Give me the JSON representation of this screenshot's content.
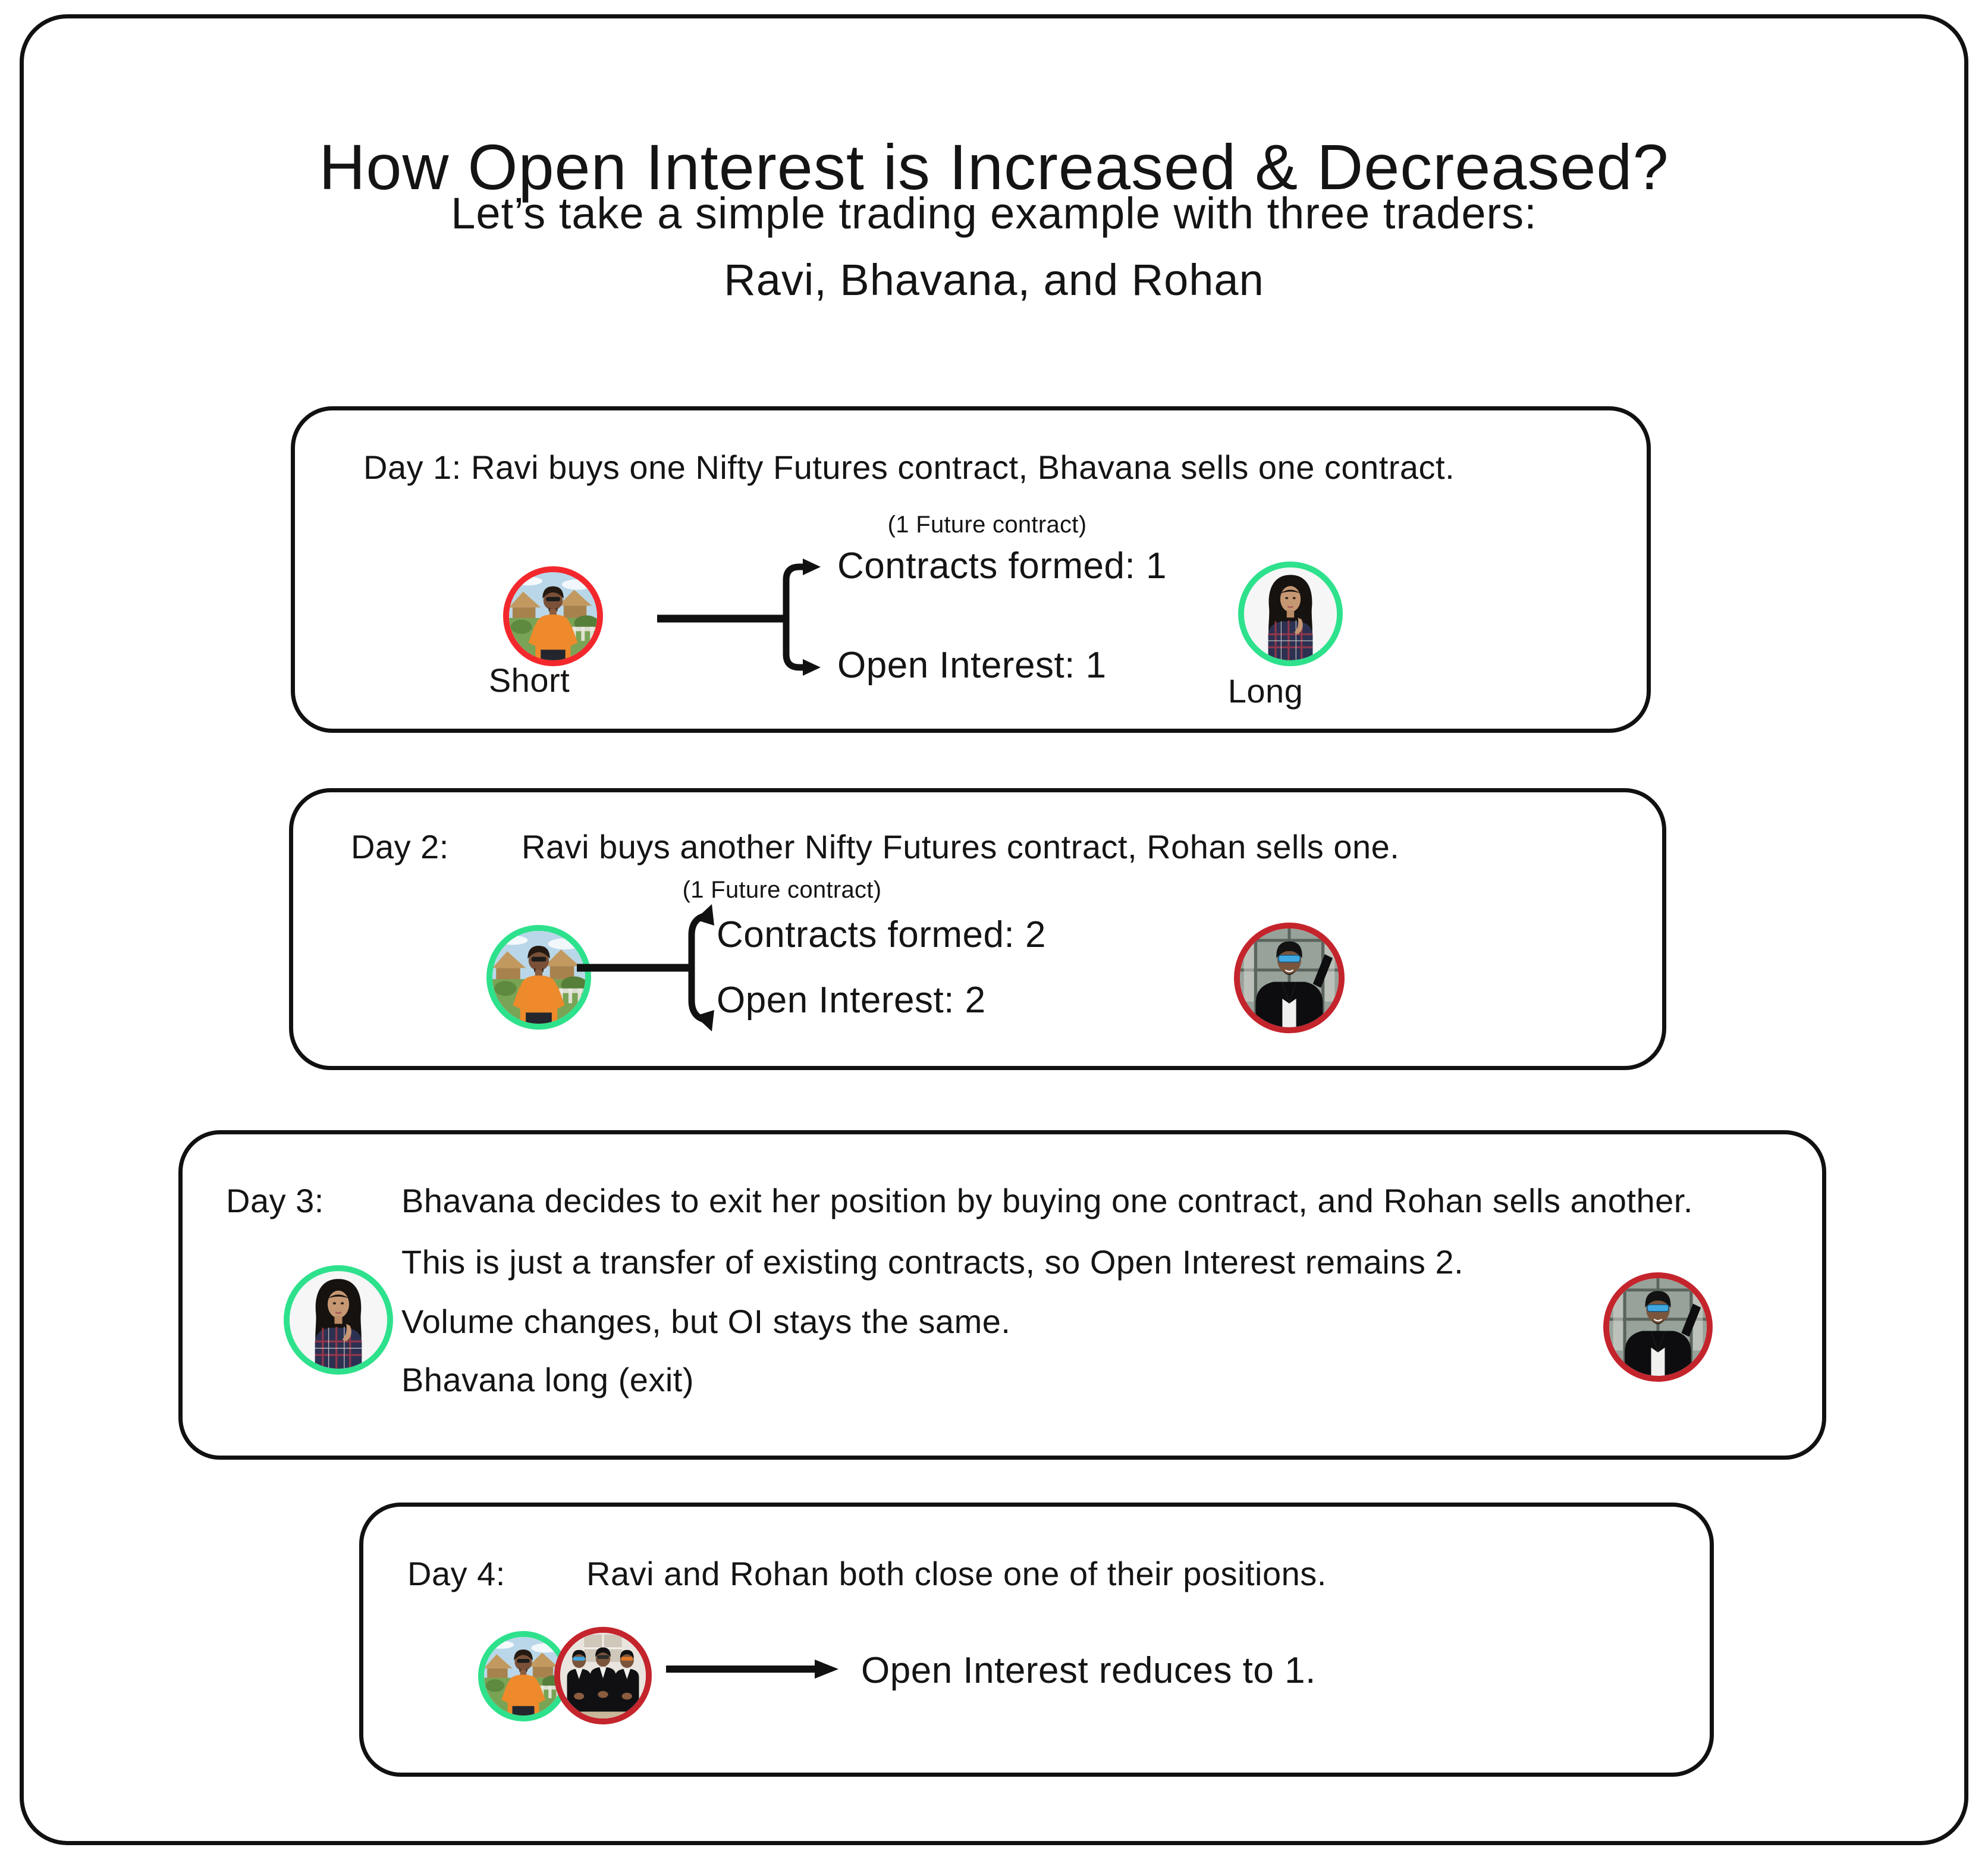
{
  "title": "How Open Interest is Increased & Decreased?",
  "subtitle": {
    "line1": "Let’s take a simple trading example with three traders:",
    "line2": "Ravi, Bhavana, and Rohan"
  },
  "colors": {
    "background": "#ffffff",
    "ink": "#141414",
    "box_border": "#111111",
    "ring_green": "#2ee18c",
    "ring_red_bright": "#f3282d",
    "ring_red_dark": "#c4242c"
  },
  "icons": {
    "branch_arrow": "branch-arrow-icon",
    "right_arrow": "arrow-right-icon"
  },
  "day1": {
    "label": "Day 1:",
    "headline": "Ravi buys one Nifty Futures contract, Bhavana sells one contract.",
    "note": "(1 Future contract)",
    "contracts_formed": "Contracts formed: 1",
    "open_interest": "Open Interest: 1",
    "left_trader": "Ravi",
    "left_position_label": "Short",
    "right_trader": "Bhavana",
    "right_position_label": "Long"
  },
  "day2": {
    "label": "Day 2:",
    "headline": "Ravi buys another Nifty Futures contract, Rohan sells one.",
    "note": "(1 Future contract)",
    "contracts_formed": "Contracts formed: 2",
    "open_interest": "Open Interest: 2",
    "left_trader": "Ravi",
    "right_trader": "Rohan"
  },
  "day3": {
    "label": "Day 3:",
    "lines": [
      "Bhavana decides to exit her position by buying one contract, and Rohan sells another.",
      "This is just a transfer of existing contracts, so Open Interest remains 2.",
      "Volume changes, but OI stays the same.",
      "Bhavana long (exit)"
    ],
    "left_trader": "Bhavana",
    "right_trader": "Rohan"
  },
  "day4": {
    "label": "Day 4:",
    "headline": "Ravi and Rohan both close one of their positions.",
    "result": "Open Interest reduces to 1.",
    "traders": "Ravi and Rohan"
  }
}
